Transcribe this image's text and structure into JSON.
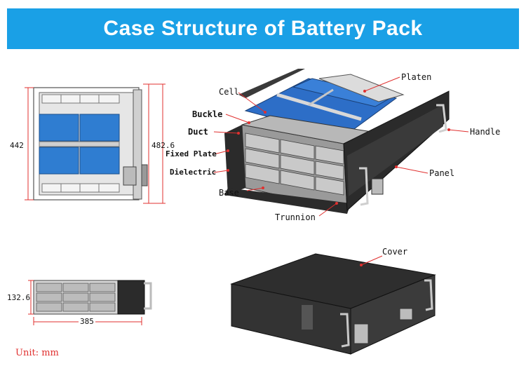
{
  "title": "Case Structure of Battery Pack",
  "labels": {
    "cell": "Cell",
    "platen": "Platen",
    "buckle": "Buckle",
    "duct": "Duct",
    "handle": "Handle",
    "fixed_plate": "Fixed Plate",
    "dielectric": "Dielectric",
    "panel": "Panel",
    "base": "Base",
    "trunnion": "Trunnion",
    "cover": "Cover"
  },
  "dimensions": {
    "height_front": "442",
    "width_front": "482.6",
    "height_side": "132.6",
    "depth_side": "385"
  },
  "unit": "Unit: mm",
  "colors": {
    "title_bg": "#1aa0e6",
    "cell_blue": "#2f6fc4",
    "dim_red": "#e0302f",
    "casing": "#2b2b2b"
  }
}
